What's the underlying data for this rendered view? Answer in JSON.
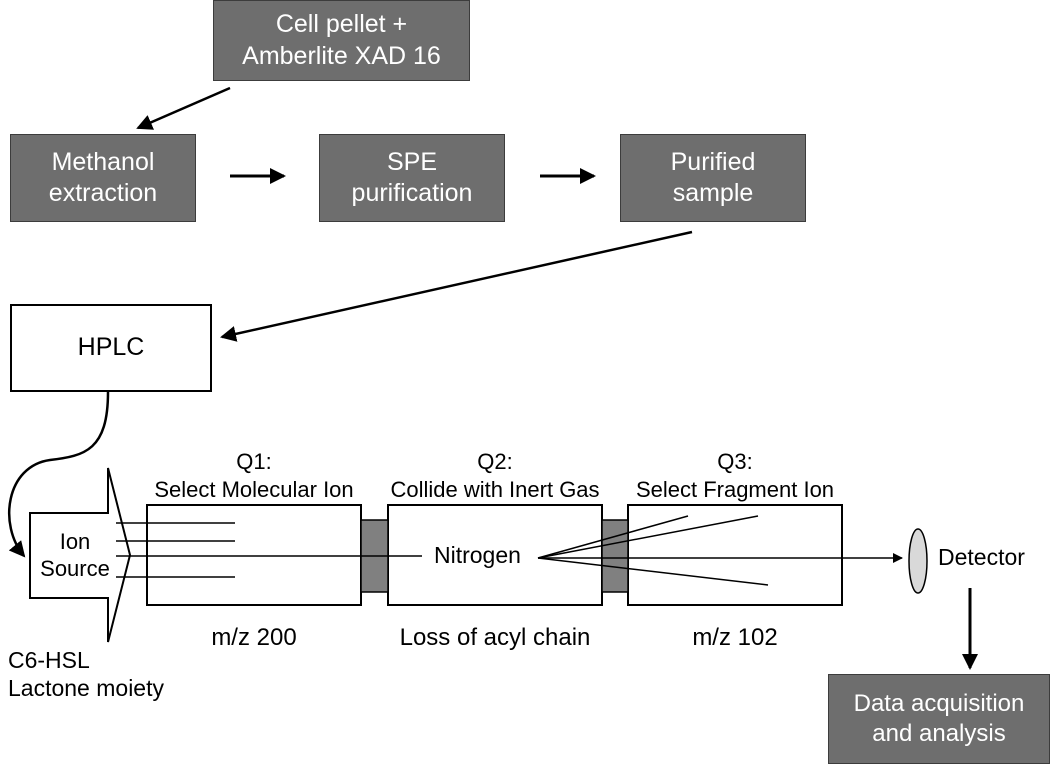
{
  "workflow": {
    "start": {
      "line1": "Cell pellet +",
      "line2": "Amberlite XAD 16"
    },
    "step1": {
      "line1": "Methanol",
      "line2": "extraction"
    },
    "step2": {
      "line1": "SPE",
      "line2": "purification"
    },
    "step3": {
      "line1": "Purified",
      "line2": "sample"
    },
    "hplc": "HPLC"
  },
  "ms": {
    "ion_source": {
      "line1": "Ion",
      "line2": "Source"
    },
    "analyte": {
      "line1": "C6-HSL",
      "line2": "Lactone moiety"
    },
    "q1": {
      "title": "Q1:",
      "desc": "Select Molecular Ion",
      "mz": "m/z 200"
    },
    "q2": {
      "title": "Q2:",
      "desc": "Collide with Inert Gas",
      "gas": "Nitrogen",
      "note": "Loss of acyl chain"
    },
    "q3": {
      "title": "Q3:",
      "desc": "Select Fragment Ion",
      "mz": "m/z 102"
    },
    "detector": "Detector",
    "output": {
      "line1": "Data acquisition",
      "line2": "and analysis"
    }
  },
  "colors": {
    "box_fill": "#6e6e6e",
    "connector_fill": "#808080",
    "detector_fill": "#d9d9d9"
  }
}
